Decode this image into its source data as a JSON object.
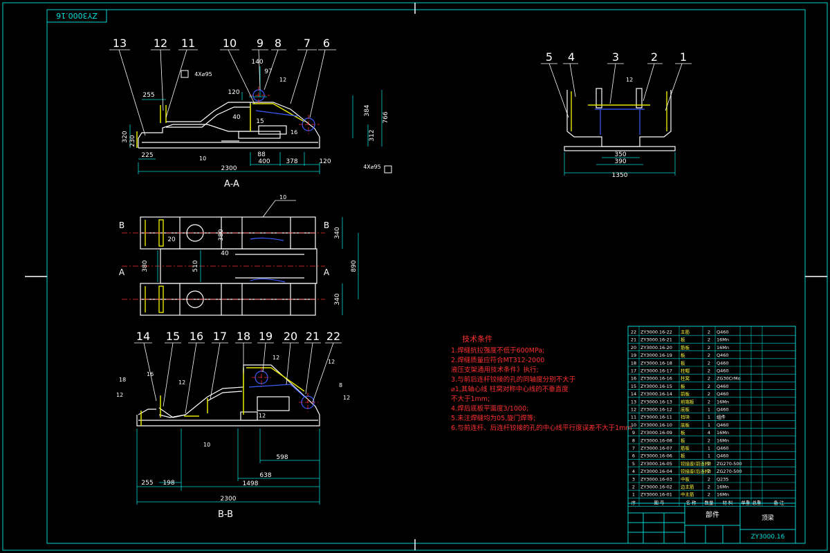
{
  "drawing": {
    "stamp_code": "ZY3000.16",
    "title_block_code": "ZY3000.16",
    "title_block_name": "顶梁",
    "title_block_subtitle": "部件",
    "colors": {
      "frame": "#00d8d8",
      "geometry": "#ffffff",
      "weld": "#e8e800",
      "hidden": "#3a5cff",
      "notes": "#ff3030"
    }
  },
  "views": {
    "aa": {
      "caption": "A-A",
      "balloons": [
        "13",
        "12",
        "11",
        "10",
        "9",
        "8",
        "7",
        "6"
      ],
      "dims": [
        "2300",
        "400",
        "378",
        "120",
        "225",
        "255",
        "320",
        "230",
        "120",
        "40",
        "15",
        "88",
        "140",
        "97",
        "384",
        "312",
        "766"
      ],
      "notes": [
        "4X⌀95",
        "4X⌀95"
      ],
      "weld_marks": [
        "12",
        "16",
        "10"
      ]
    },
    "side": {
      "balloons": [
        "5",
        "4",
        "3",
        "2",
        "1"
      ],
      "dims": [
        "350",
        "390",
        "1350"
      ],
      "weld_marks": [
        "12"
      ]
    },
    "plan": {
      "section_marks": [
        "B",
        "B",
        "A",
        "A"
      ],
      "dims": [
        "340",
        "380",
        "510",
        "340",
        "890",
        "20",
        "40",
        "380"
      ],
      "weld_marks": [
        "10"
      ]
    },
    "bb": {
      "caption": "B-B",
      "balloons": [
        "14",
        "15",
        "16",
        "17",
        "18",
        "19",
        "20",
        "21",
        "22"
      ],
      "dims": [
        "255",
        "198",
        "1498",
        "638",
        "598",
        "2300"
      ],
      "weld_marks": [
        "18",
        "12",
        "16",
        "12",
        "10",
        "12",
        "12",
        "8",
        "12",
        "12"
      ]
    }
  },
  "tech_req": {
    "title": "技术条件",
    "lines": [
      "1.焊缝抗拉强度不低于600MPa;",
      "2.焊缝质量应符合MT312-2000",
      "  液压支架通用技术条件》执行;",
      "3.与前后连杆铰接的孔的同轴度分别不大于",
      "  ⌀1,其轴心线 柱窝对称中心线的不垂直度",
      "  不大于1mm;",
      "4.焊后底板平面度3/1000;",
      "5.未注焊缝均为05,旋门焊等;",
      "6.与前连杆、后连杆铰接的孔的中心线平行度误差不大于1mm"
    ]
  },
  "bom": {
    "rows": [
      {
        "no": "22",
        "code": "ZY3000.16-22",
        "name": "主筋",
        "qty": "2",
        "mat": "Q460"
      },
      {
        "no": "21",
        "code": "ZY3000.16-21",
        "name": "板",
        "qty": "2",
        "mat": "16Mn"
      },
      {
        "no": "20",
        "code": "ZY3000.16-20",
        "name": "筋板",
        "qty": "2",
        "mat": "16Mn"
      },
      {
        "no": "19",
        "code": "ZY3000.16-19",
        "name": "板",
        "qty": "2",
        "mat": "Q460"
      },
      {
        "no": "18",
        "code": "ZY3000.16-18",
        "name": "板",
        "qty": "2",
        "mat": "Q460"
      },
      {
        "no": "17",
        "code": "ZY3000.16-17",
        "name": "柱帽",
        "qty": "2",
        "mat": "Q460"
      },
      {
        "no": "16",
        "code": "ZY3000.16-16",
        "name": "柱窝",
        "qty": "2",
        "mat": "ZG30CrMo"
      },
      {
        "no": "15",
        "code": "ZY3000.16-15",
        "name": "板",
        "qty": "2",
        "mat": "Q460"
      },
      {
        "no": "14",
        "code": "ZY3000.16-14",
        "name": "前板",
        "qty": "2",
        "mat": "Q460"
      },
      {
        "no": "13",
        "code": "ZY3000.16-13",
        "name": "前端板",
        "qty": "2",
        "mat": "16Mn"
      },
      {
        "no": "12",
        "code": "ZY3000.16-12",
        "name": "底板",
        "qty": "1",
        "mat": "Q460"
      },
      {
        "no": "11",
        "code": "ZY3000.16-11",
        "name": "挡块",
        "qty": "1",
        "mat": "组件"
      },
      {
        "no": "10",
        "code": "ZY3000.16-10",
        "name": "底板",
        "qty": "1",
        "mat": "Q460"
      },
      {
        "no": "9",
        "code": "ZY3000.16-09",
        "name": "板",
        "qty": "4",
        "mat": "16Mn"
      },
      {
        "no": "8",
        "code": "ZY3000.16-08",
        "name": "板",
        "qty": "2",
        "mat": "16Mn"
      },
      {
        "no": "7",
        "code": "ZY3000.16-07",
        "name": "筋板",
        "qty": "1",
        "mat": "Q460"
      },
      {
        "no": "6",
        "code": "ZY3000.16-06",
        "name": "板",
        "qty": "1",
        "mat": "Q460"
      },
      {
        "no": "5",
        "code": "ZY3000.16-05",
        "name": "铰接座(前连杆)",
        "qty": "2",
        "mat": "ZG270-500"
      },
      {
        "no": "4",
        "code": "ZY3000.16-04",
        "name": "铰接座(后连杆)",
        "qty": "2",
        "mat": "ZG270-500"
      },
      {
        "no": "3",
        "code": "ZY3000.16-03",
        "name": "中板",
        "qty": "2",
        "mat": "Q235"
      },
      {
        "no": "2",
        "code": "ZY3000.16-02",
        "name": "边主筋",
        "qty": "2",
        "mat": "16Mn"
      },
      {
        "no": "1",
        "code": "ZY3000.16-01",
        "name": "中主筋",
        "qty": "2",
        "mat": "16Mn"
      }
    ],
    "header": [
      "序",
      "图  号",
      "名  称",
      "数量",
      "材  料",
      "单重",
      "总重",
      "备  注"
    ]
  }
}
